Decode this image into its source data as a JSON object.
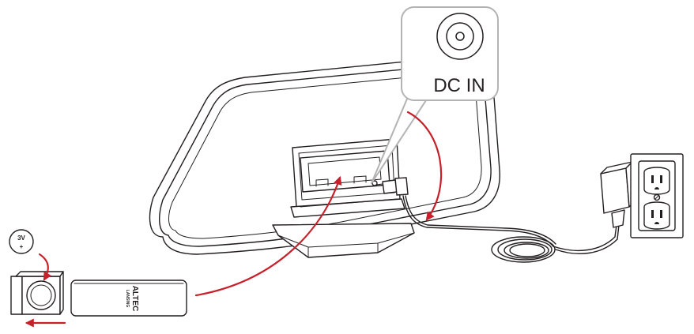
{
  "callout": {
    "label": "DC IN"
  },
  "battery": {
    "voltage": "3V",
    "polarity": "+"
  },
  "remote": {
    "brand_line1": "ALTEC",
    "brand_line2": "LANSING"
  },
  "colors": {
    "arrow": "#c8202a",
    "line": "#231f20",
    "callout_border": "#b3b3b3"
  },
  "icons": [
    "dc-jack-icon",
    "wall-outlet-icon",
    "power-adapter-icon",
    "coin-battery-icon"
  ]
}
